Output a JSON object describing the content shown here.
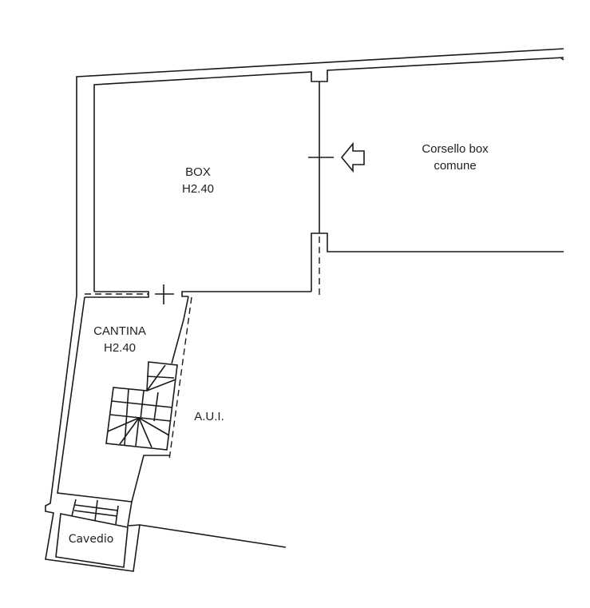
{
  "rooms": {
    "box": {
      "name": "BOX",
      "height": "H2.40"
    },
    "corsello": {
      "line1": "Corsello box",
      "line2": "comune"
    },
    "cantina": {
      "name": "CANTINA",
      "height": "H2.40"
    },
    "aui": "A.U.I.",
    "cavedio": "Cavedio"
  },
  "icons": [
    "entrance-arrow-icon",
    "door-marker-icon"
  ]
}
